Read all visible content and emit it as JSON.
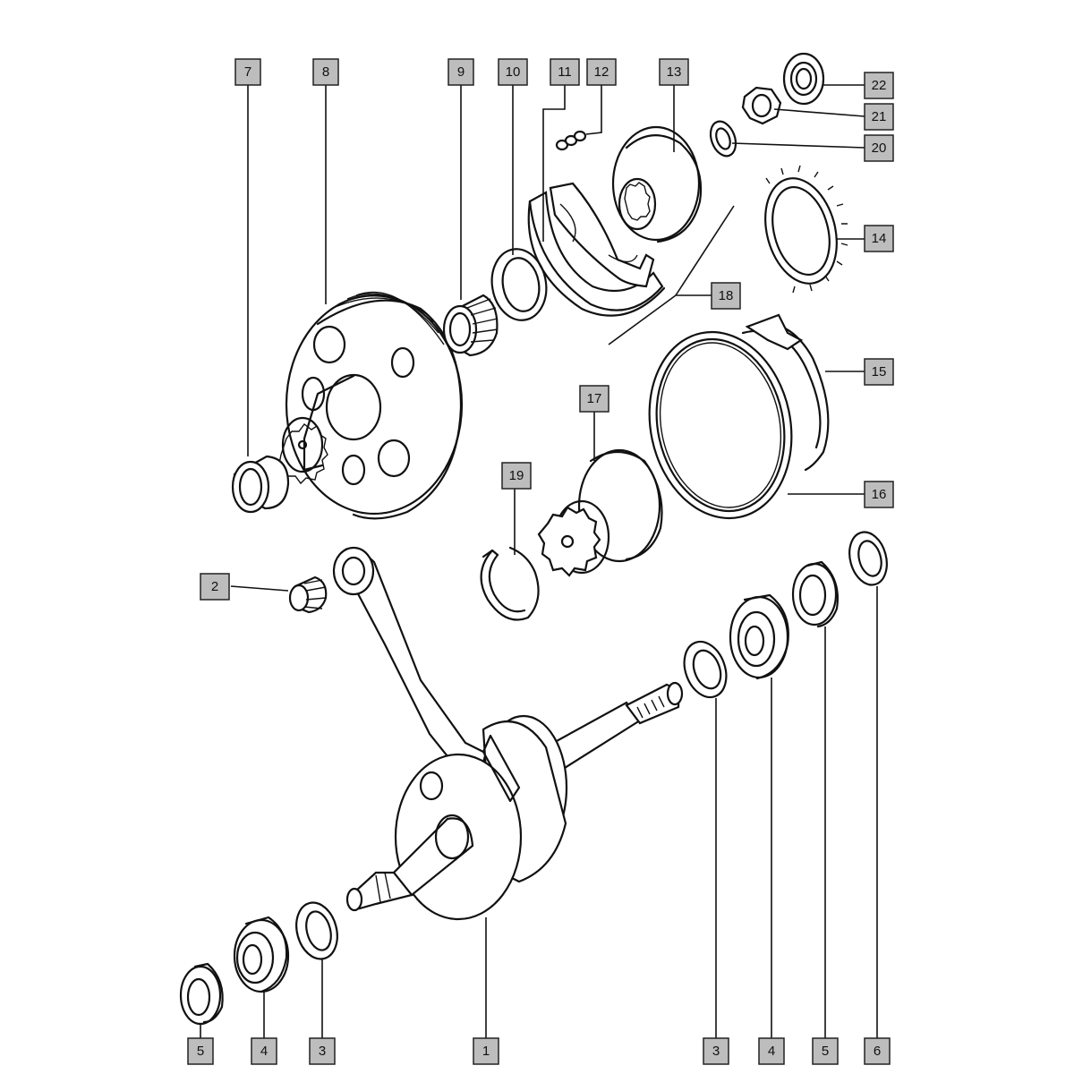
{
  "callouts": [
    {
      "id": "c7",
      "label": "7"
    },
    {
      "id": "c8",
      "label": "8"
    },
    {
      "id": "c9",
      "label": "9"
    },
    {
      "id": "c10",
      "label": "10"
    },
    {
      "id": "c11",
      "label": "11"
    },
    {
      "id": "c12",
      "label": "12"
    },
    {
      "id": "c13",
      "label": "13"
    },
    {
      "id": "c22",
      "label": "22"
    },
    {
      "id": "c21",
      "label": "21"
    },
    {
      "id": "c20",
      "label": "20"
    },
    {
      "id": "c14",
      "label": "14"
    },
    {
      "id": "c18",
      "label": "18"
    },
    {
      "id": "c15",
      "label": "15"
    },
    {
      "id": "c16",
      "label": "16"
    },
    {
      "id": "c17",
      "label": "17"
    },
    {
      "id": "c19",
      "label": "19"
    },
    {
      "id": "c2",
      "label": "2"
    },
    {
      "id": "c5a",
      "label": "5"
    },
    {
      "id": "c4a",
      "label": "4"
    },
    {
      "id": "c3a",
      "label": "3"
    },
    {
      "id": "c1",
      "label": "1"
    },
    {
      "id": "c3b",
      "label": "3"
    },
    {
      "id": "c4b",
      "label": "4"
    },
    {
      "id": "c5b",
      "label": "5"
    },
    {
      "id": "c6",
      "label": "6"
    }
  ]
}
